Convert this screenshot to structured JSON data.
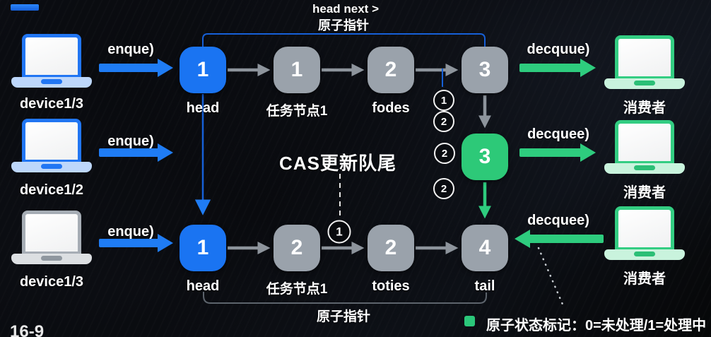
{
  "colors": {
    "blue_arrow": "#1f7cf4",
    "node_blue": "#1a74f2",
    "node_gray": "#9aa2ab",
    "node_green": "#2dc978",
    "green_arrow": "#2ecc7e",
    "legend_green": "#2bc77a"
  },
  "top_annotation": {
    "line1": "head next >",
    "line2": "原子指针"
  },
  "producers": [
    {
      "label": "device1/3",
      "action": "enque)"
    },
    {
      "label": "device1/2",
      "action": "enque)"
    },
    {
      "label": "device1/3",
      "action": "enque)"
    }
  ],
  "queue_top": {
    "nodes": [
      {
        "value": "1",
        "label": "head"
      },
      {
        "value": "1",
        "label": "任务节点1"
      },
      {
        "value": "2",
        "label": "fodes"
      },
      {
        "value": "3",
        "label": ""
      }
    ]
  },
  "queue_bottom": {
    "nodes": [
      {
        "value": "1",
        "label": "head"
      },
      {
        "value": "2",
        "label": "任务节点1"
      },
      {
        "value": "2",
        "label": "toties"
      },
      {
        "value": "4",
        "label": "tail"
      }
    ]
  },
  "green_node": {
    "value": "3"
  },
  "step_markers": [
    "1",
    "2",
    "2",
    "2"
  ],
  "cas": {
    "title": "CAS更新队尾",
    "step": "1"
  },
  "bottom_annotation": "原子指针",
  "consumers": [
    {
      "label": "消费者",
      "action": "decquue)"
    },
    {
      "label": "消费者",
      "action": "decquee)"
    },
    {
      "label": "消费者",
      "action": "decquee)"
    }
  ],
  "legend": {
    "text": "原子状态标记：0=未处理/1=处理中"
  },
  "watermark": "16-9"
}
